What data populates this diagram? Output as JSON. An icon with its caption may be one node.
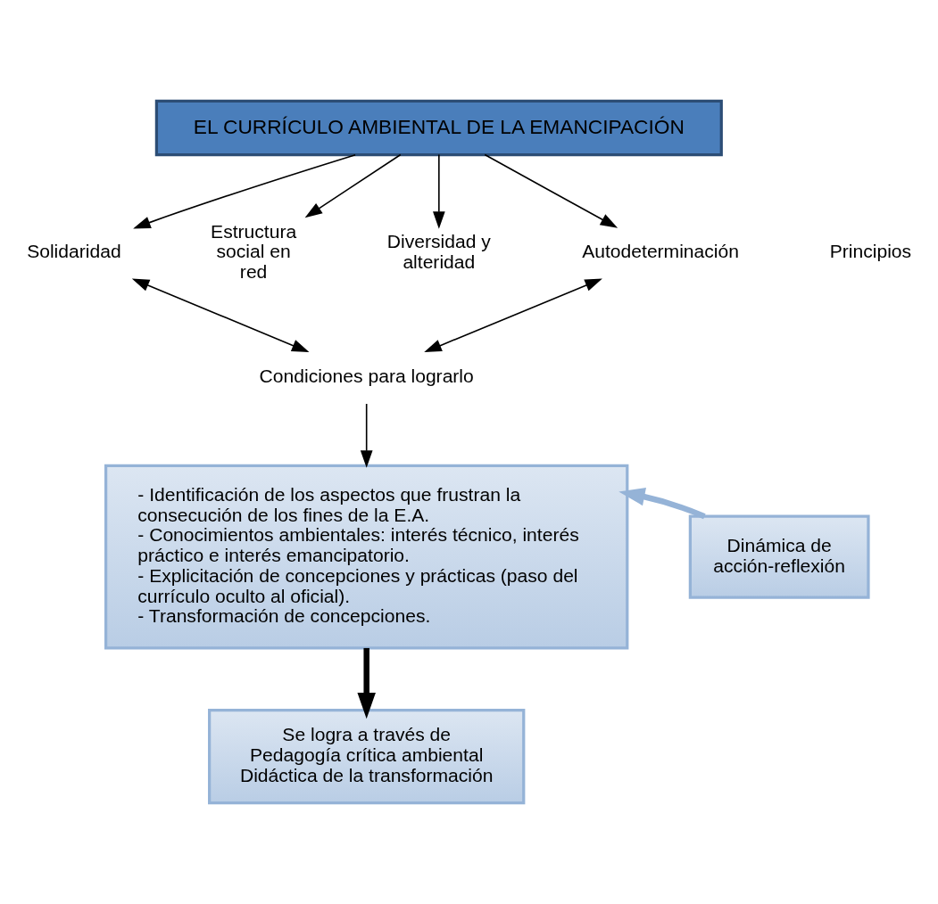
{
  "diagram": {
    "nodes": [
      {
        "text": [
          "EL CURRÍCULO AMBIENTAL DE LA EMANCIPACIÓN"
        ]
      },
      {
        "text": [
          "Solidaridad"
        ]
      },
      {
        "text": [
          "Estructura social en red"
        ]
      },
      {
        "text": [
          "Diversidad y alteridad"
        ]
      },
      {
        "text": [
          "Autodeterminación"
        ]
      },
      {
        "text": [
          "Condiciones para lograrlo"
        ]
      },
      {
        "text": [
          "- Identificación de los aspectos que frustran la consecución de los fines de la E.A.",
          "- Conocimientos ambientales: interés técnico, interés práctico e interés emancipatorio.",
          "- Explicitación de concepciones y prácticas (paso del currículo oculto al oficial).",
          "- Transformación de concepciones."
        ]
      },
      {
        "text": [
          "Dinámica de acción-reflexión"
        ]
      },
      {
        "text": [
          "Se logra a través de",
          "Pedagogía crítica ambiental",
          "Didáctica de la transformación"
        ]
      }
    ],
    "edges": [
      {
        "from": 0,
        "to": 1,
        "arrow": "to"
      },
      {
        "from": 0,
        "to": 2,
        "arrow": "to"
      },
      {
        "from": 0,
        "to": 3,
        "arrow": "to"
      },
      {
        "from": 0,
        "to": 4,
        "arrow": "to"
      },
      {
        "from": 1,
        "to": 5,
        "arrow": "both"
      },
      {
        "from": 4,
        "to": 5,
        "arrow": "both"
      },
      {
        "from": 5,
        "to": 6,
        "arrow": "to"
      },
      {
        "from": 7,
        "to": 6,
        "arrow": "to",
        "style": "thick",
        "color": "#95b3d7"
      },
      {
        "from": 6,
        "to": 8,
        "arrow": "to",
        "style": "thick"
      }
    ],
    "labels": [
      "Principios"
    ]
  }
}
